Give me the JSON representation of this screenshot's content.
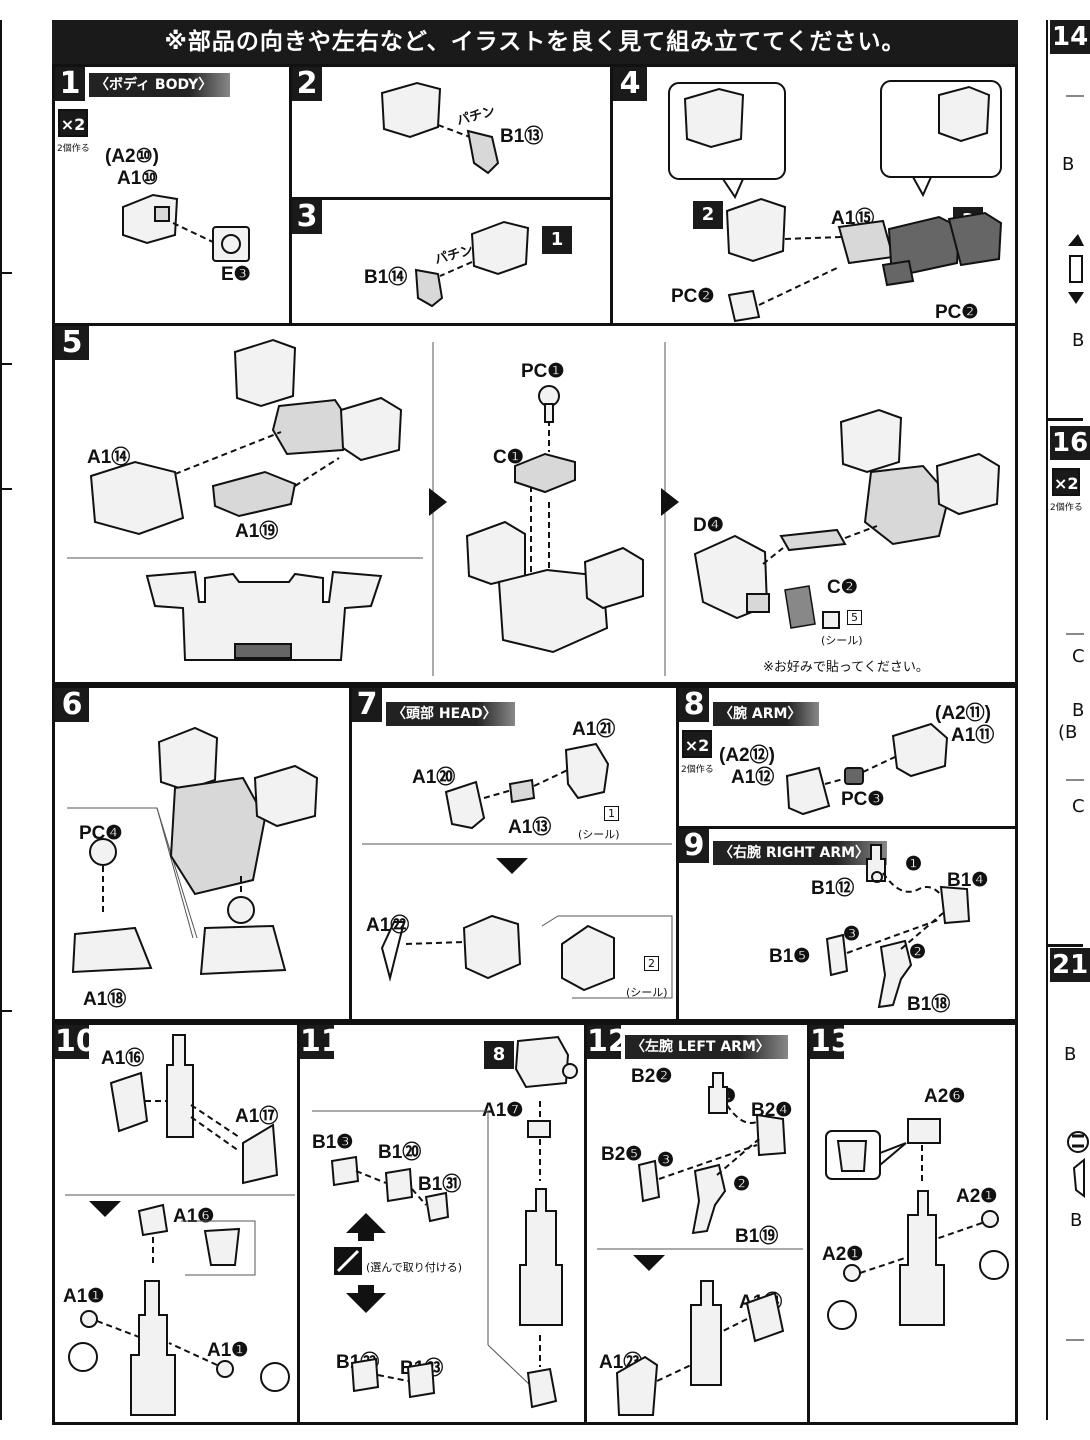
{
  "banner": "※部品の向きや左右など、イラストを良く見て組み立ててください。",
  "steps": {
    "s1": {
      "num": "1",
      "title": "〈ボディ BODY〉",
      "x2": "×2",
      "x2_note": "2個作る",
      "labels": [
        "(A2⑩)",
        "A1⑩",
        "E❸"
      ]
    },
    "s2": {
      "num": "2",
      "labels": [
        "パチン",
        "B1⑬"
      ]
    },
    "s3": {
      "num": "3",
      "ref": "1",
      "labels": [
        "パチン",
        "B1⑭"
      ]
    },
    "s4": {
      "num": "4",
      "refs": [
        "2",
        "3"
      ],
      "labels": [
        "A1⑮",
        "PC❷",
        "PC❷"
      ]
    },
    "s5": {
      "num": "5",
      "labels": [
        "A1⑭",
        "A1⑲",
        "PC❶",
        "C❶",
        "D❹",
        "C❷"
      ],
      "sticker_num": "5",
      "sticker_note": "(シール)",
      "note": "※お好みで貼ってください。"
    },
    "s6": {
      "num": "6",
      "labels": [
        "PC❹",
        "A1⑱"
      ]
    },
    "s7": {
      "num": "7",
      "title": "〈頭部 HEAD〉",
      "labels": [
        "A1㉑",
        "A1⑳",
        "A1⑬",
        "A1㉒"
      ],
      "sticker1": "1",
      "sticker2": "2",
      "sticker_note": "(シール)"
    },
    "s8": {
      "num": "8",
      "title": "〈腕 ARM〉",
      "x2": "×2",
      "x2_note": "2個作る",
      "labels": [
        "(A2⑪)",
        "A1⑪",
        "(A2⑫)",
        "A1⑫",
        "PC❸"
      ]
    },
    "s9": {
      "num": "9",
      "title": "〈右腕 RIGHT ARM〉",
      "labels": [
        "B1⑫",
        "B1❹",
        "B1❺",
        "B1⑱"
      ],
      "order": [
        "❶",
        "❷",
        "❸"
      ]
    },
    "s10": {
      "num": "10",
      "labels": [
        "A1⑯",
        "A1⑰",
        "A1❻",
        "A1❶",
        "A1❶"
      ]
    },
    "s11": {
      "num": "11",
      "ref": "8",
      "labels": [
        "A1❼",
        "B1❸",
        "B1⑳",
        "B1㉛",
        "B1㉒",
        "B1㉓"
      ],
      "note": "(選んで取り付ける)"
    },
    "s12": {
      "num": "12",
      "title": "〈左腕 LEFT ARM〉",
      "labels": [
        "B2❷",
        "B2❹",
        "B2❺",
        "B1⑲",
        "A1㉔",
        "A1㉓"
      ],
      "order": [
        "❶",
        "❷",
        "❸"
      ]
    },
    "s13": {
      "num": "13",
      "labels": [
        "A2❻",
        "A2❶",
        "A2❶"
      ]
    }
  },
  "right_edge": {
    "n14": "14",
    "n16": "16",
    "n21": "21",
    "x2": "×2",
    "x2_note": "2個作る",
    "letters": [
      "B",
      "B",
      "C",
      "B",
      "(B",
      "C",
      "B",
      "B"
    ]
  }
}
